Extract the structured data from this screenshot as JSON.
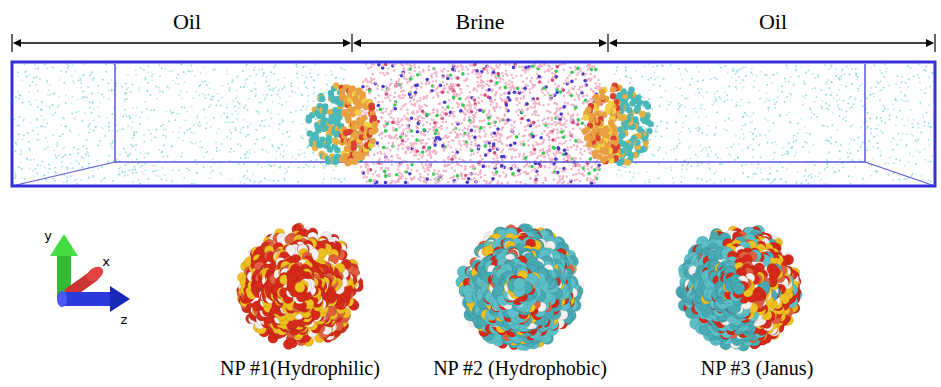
{
  "diagram": {
    "labels": [
      "Oil",
      "Brine",
      "Oil",
      "y",
      "x",
      "z",
      "NP #1(Hydrophilic)",
      "NP #2 (Hydrophobic)",
      "NP #3 (Janus)"
    ]
  }
}
